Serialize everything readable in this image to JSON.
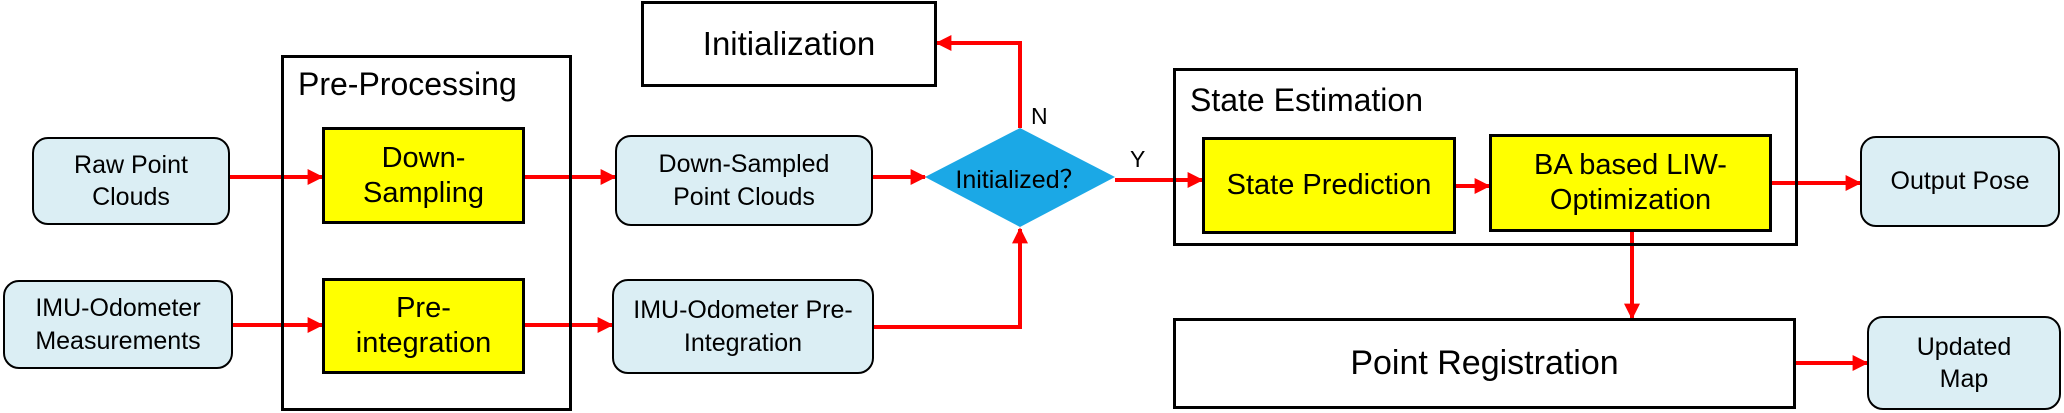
{
  "colors": {
    "arrow": "#ff0000",
    "input_box": "#dbeef4",
    "process_box": "#ffff00",
    "decision": "#1ba8e6"
  },
  "inputs": {
    "raw_point_clouds": "Raw Point Clouds",
    "imu_odometer_measurements": "IMU-Odometer Measurements"
  },
  "preprocessing": {
    "title": "Pre-Processing",
    "down_sampling": "Down-Sampling",
    "pre_integration": "Pre-integration"
  },
  "intermediate": {
    "down_sampled_point_clouds": "Down-Sampled Point Clouds",
    "imu_odometer_pre_integration": "IMU-Odometer Pre-Integration"
  },
  "decision": {
    "label": "Initialized？",
    "no_label": "N",
    "yes_label": "Y"
  },
  "initialization": "Initialization",
  "state_estimation": {
    "title": "State Estimation",
    "state_prediction": "State Prediction",
    "optimization": "BA based LIW-Optimization"
  },
  "outputs": {
    "output_pose": "Output Pose",
    "point_registration": "Point Registration",
    "updated_map": "Updated Map"
  }
}
